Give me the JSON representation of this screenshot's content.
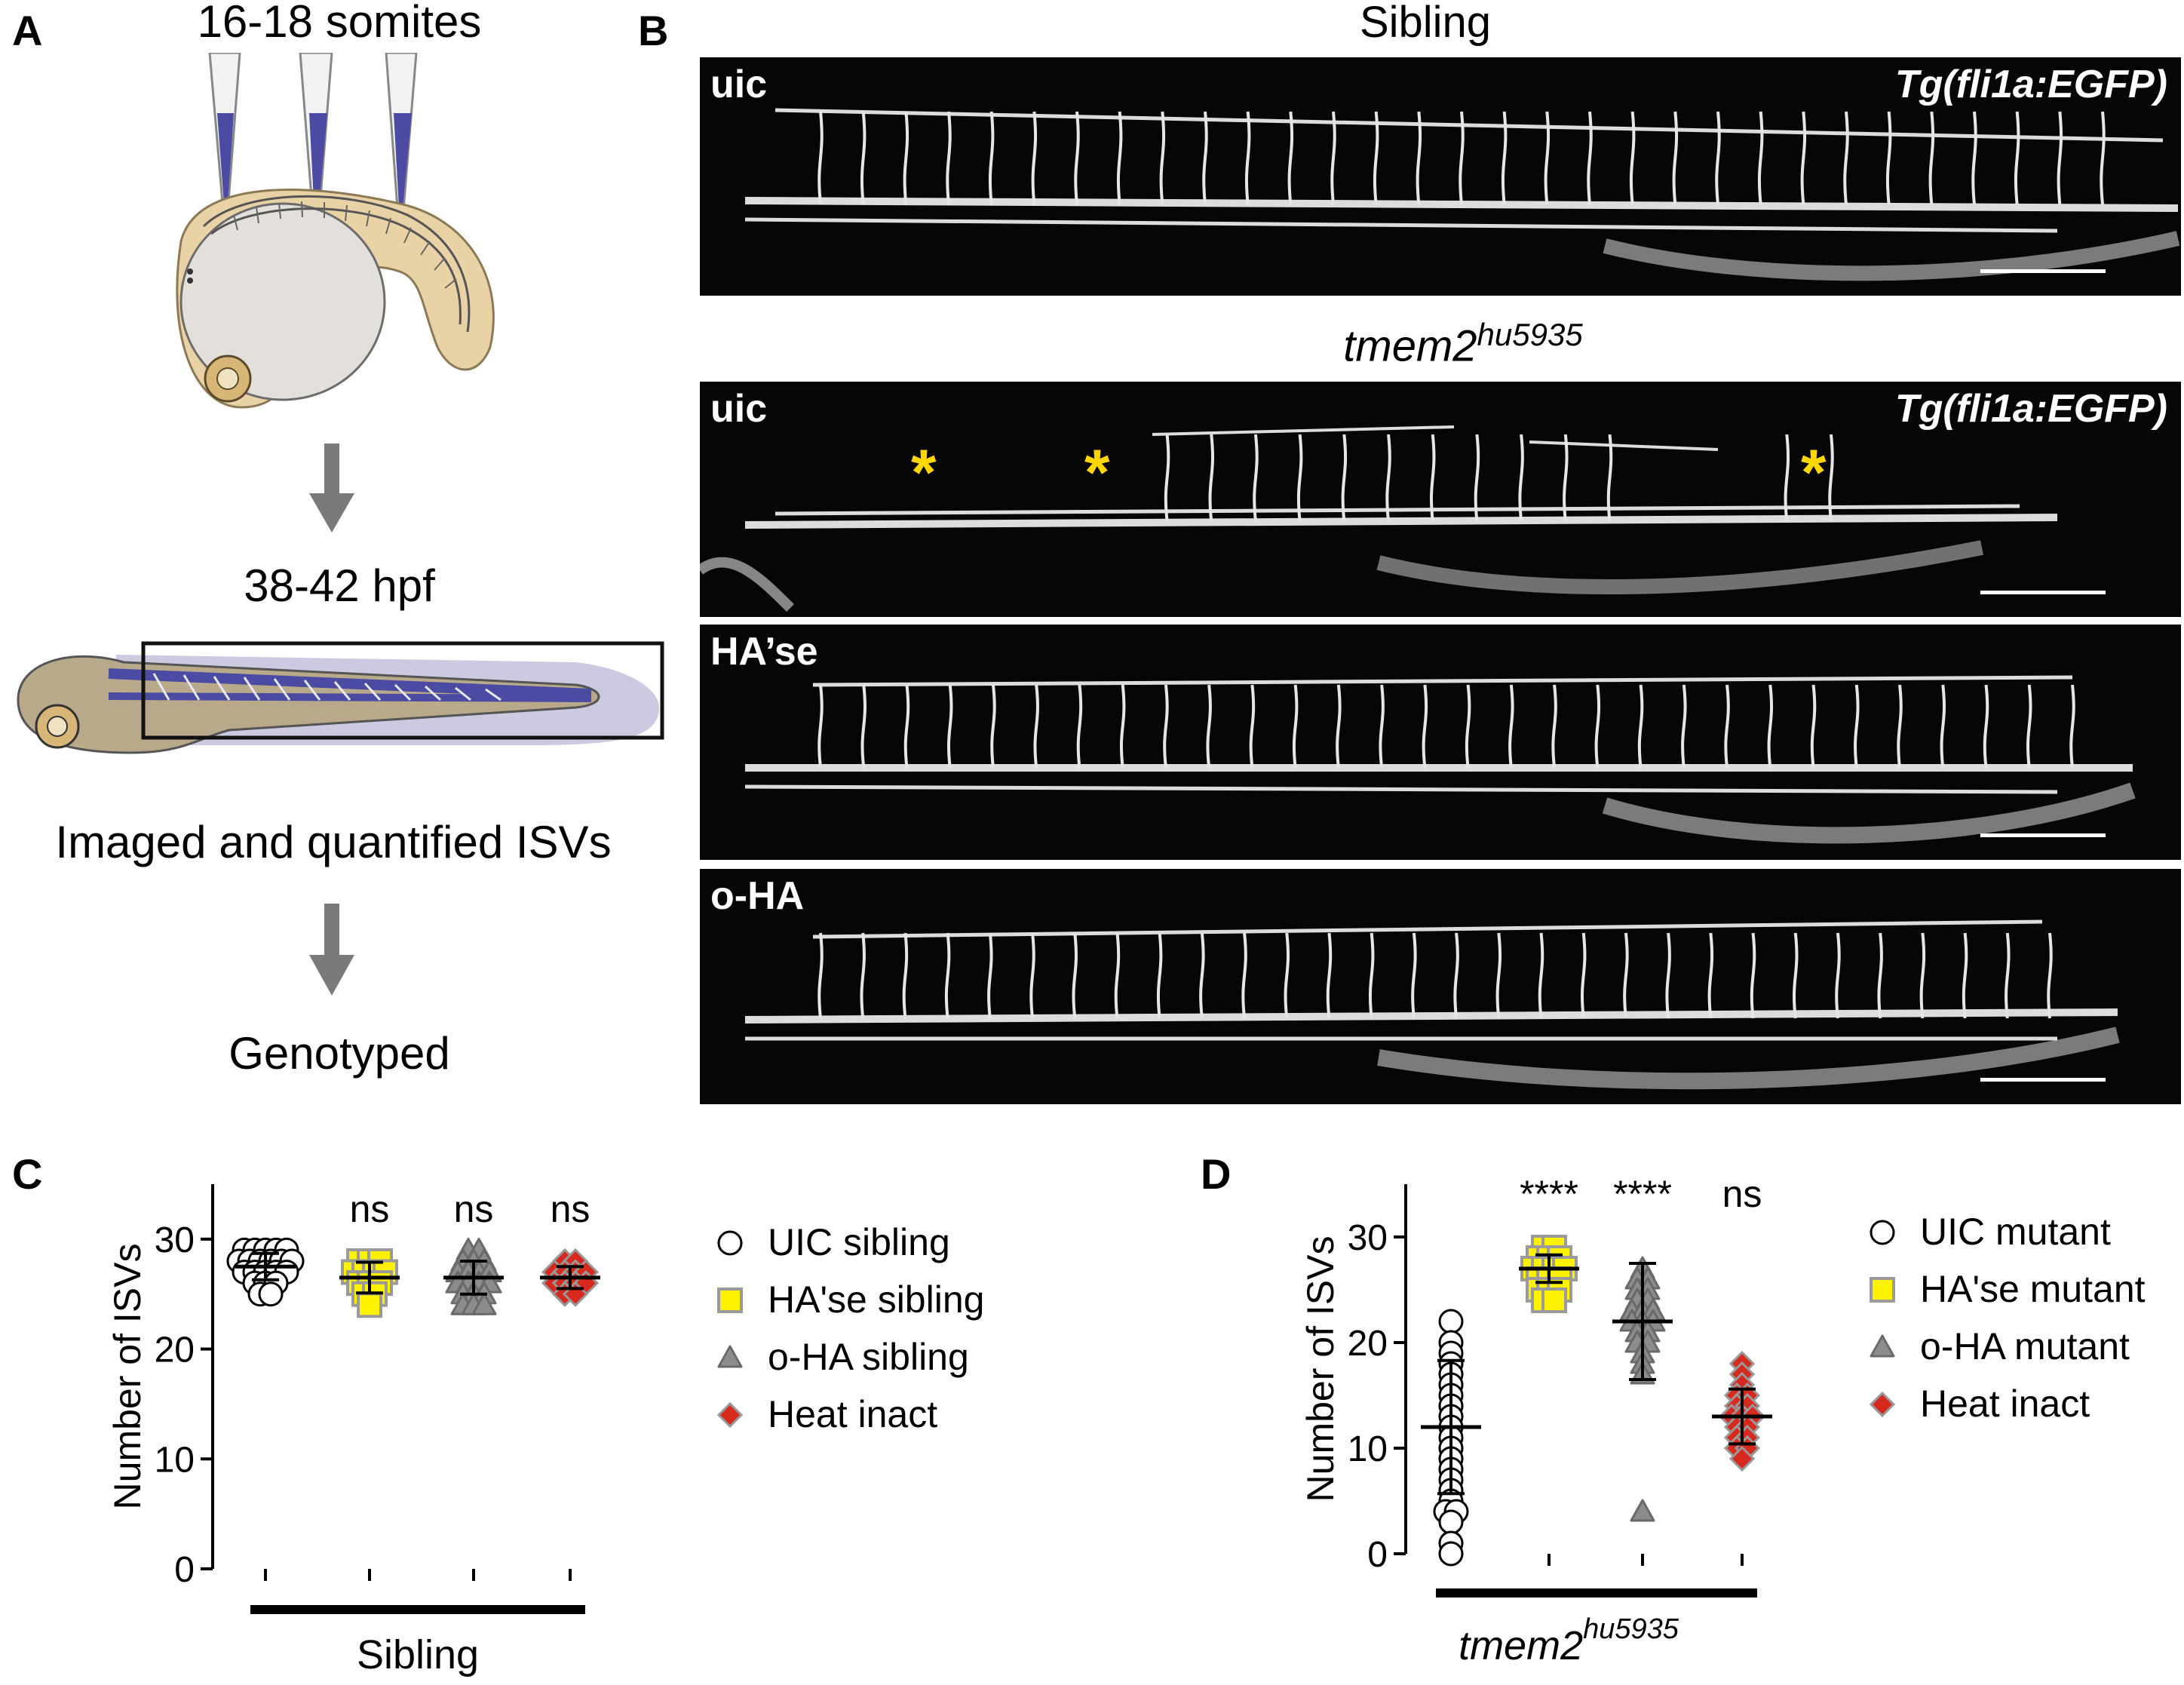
{
  "panels": {
    "A": {
      "label": "A",
      "stage1": "16-18 somites",
      "stage2": "38-42 hpf",
      "step3": "Imaged and quantified ISVs",
      "step4": "Genotyped"
    },
    "B": {
      "label": "B",
      "sibling_title": "Sibling",
      "mutant_title_base": "tmem2",
      "mutant_title_sup": "hu5935",
      "transgene": "Tg(fli1a:EGFP)",
      "rows": [
        {
          "label": "uic"
        },
        {
          "label": "uic"
        },
        {
          "label": "HA’se"
        },
        {
          "label": "o-HA"
        }
      ],
      "asterisk": "*"
    }
  },
  "chart_data": [
    {
      "panel": "C",
      "type": "scatter",
      "ylabel": "Number of ISVs",
      "xlabel": "Sibling",
      "ylim": [
        0,
        35
      ],
      "yticks": [
        0,
        10,
        20,
        30
      ],
      "significance": [
        "",
        "ns",
        "ns",
        "ns"
      ],
      "series": [
        {
          "name": "UIC sibling",
          "marker": "circle",
          "fill": "#ffffff",
          "stroke": "#000000",
          "values": [
            29,
            29,
            29,
            29,
            29,
            28,
            28,
            28,
            28,
            28,
            28,
            27,
            27,
            27,
            27,
            27,
            26,
            26,
            26,
            25,
            25
          ],
          "mean": 27.5,
          "sd": 1.2
        },
        {
          "name": "HA'se sibling",
          "marker": "square",
          "fill": "#fff200",
          "stroke": "#9a9a9a",
          "values": [
            28,
            28,
            28,
            27,
            27,
            27,
            27,
            26,
            26,
            26,
            25,
            25,
            24
          ],
          "mean": 26.5,
          "sd": 1.4
        },
        {
          "name": "o-HA sibling",
          "marker": "triangle",
          "fill": "#8c8c8c",
          "stroke": "#6a6a6a",
          "values": [
            29,
            29,
            28,
            28,
            28,
            27,
            27,
            27,
            27,
            26,
            26,
            26,
            26,
            25,
            25,
            25,
            24,
            24,
            24
          ],
          "mean": 26.5,
          "sd": 1.5
        },
        {
          "name": "Heat inact",
          "marker": "diamond",
          "fill": "#d62a1f",
          "stroke": "#999999",
          "values": [
            28,
            28,
            27,
            27,
            27,
            27,
            26,
            26,
            26,
            26,
            25,
            25
          ],
          "mean": 26.5,
          "sd": 1.0
        }
      ]
    },
    {
      "panel": "D",
      "type": "scatter",
      "ylabel": "Number of ISVs",
      "xlabel_base": "tmem2",
      "xlabel_sup": "hu5935",
      "ylim": [
        0,
        35
      ],
      "yticks": [
        0,
        10,
        20,
        30
      ],
      "significance": [
        "",
        "****",
        "****",
        "ns"
      ],
      "series": [
        {
          "name": "UIC mutant",
          "marker": "circle",
          "fill": "#ffffff",
          "stroke": "#000000",
          "values": [
            22,
            20,
            19,
            18,
            17,
            16,
            15,
            14,
            13,
            12,
            11,
            10,
            9,
            8,
            7,
            6,
            5,
            4,
            4,
            3,
            1,
            0
          ],
          "mean": 12,
          "sd": 6.3
        },
        {
          "name": "HA'se mutant",
          "marker": "square",
          "fill": "#fff200",
          "stroke": "#9a9a9a",
          "values": [
            29,
            29,
            28,
            28,
            28,
            27,
            27,
            27,
            27,
            26,
            26,
            26,
            25,
            25,
            25,
            24,
            24
          ],
          "mean": 27,
          "sd": 1.3
        },
        {
          "name": "o-HA mutant",
          "marker": "triangle",
          "fill": "#8c8c8c",
          "stroke": "#6a6a6a",
          "values": [
            27,
            26,
            26,
            25,
            25,
            24,
            24,
            23,
            23,
            23,
            22,
            22,
            22,
            21,
            21,
            20,
            20,
            19,
            18,
            17,
            4
          ],
          "mean": 22,
          "sd": 5.5
        },
        {
          "name": "Heat inact",
          "marker": "diamond",
          "fill": "#d62a1f",
          "stroke": "#999999",
          "values": [
            18,
            17,
            16,
            15,
            15,
            14,
            14,
            13,
            13,
            13,
            12,
            12,
            11,
            11,
            10,
            10,
            9
          ],
          "mean": 13,
          "sd": 2.6
        }
      ]
    }
  ],
  "legends": {
    "C": [
      "UIC sibling",
      "HA'se sibling",
      "o-HA sibling",
      "Heat inact"
    ],
    "D": [
      "UIC mutant",
      "HA'se mutant",
      "o-HA mutant",
      "Heat inact"
    ]
  },
  "labels": {
    "C": "C",
    "D": "D"
  }
}
